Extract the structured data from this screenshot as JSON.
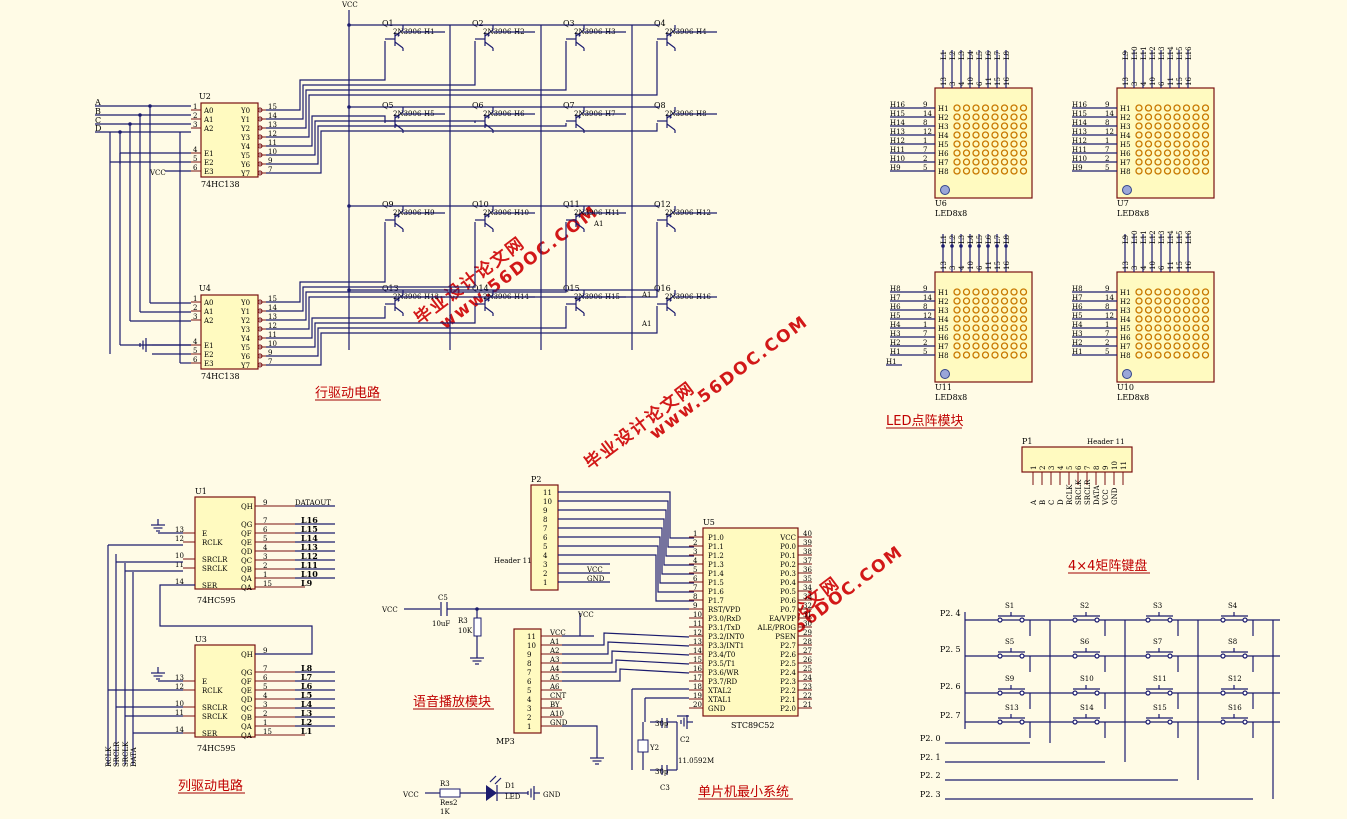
{
  "sections": {
    "row_driver": "行驱动电路",
    "col_driver": "列驱动电路",
    "voice": "语音播放模块",
    "mcu": "单片机最小系统",
    "led_matrix": "LED点阵模块",
    "keypad": "4×4矩阵键盘"
  },
  "watermarks": [
    "毕业设计论文网",
    "www.56DOC.COM"
  ],
  "vcc": "VCC",
  "gnd": "GND",
  "decoders": [
    {
      "ref": "U2",
      "part": "74HC138"
    },
    {
      "ref": "U4",
      "part": "74HC138"
    }
  ],
  "decoder_inputs": [
    "A0",
    "A1",
    "A2",
    "E1",
    "E2",
    "E3"
  ],
  "decoder_outputs": [
    "Y0",
    "Y1",
    "Y2",
    "Y3",
    "Y4",
    "Y5",
    "Y6",
    "Y7"
  ],
  "decoder_in_pins": [
    "1",
    "2",
    "3",
    "4",
    "5",
    "6"
  ],
  "decoder_out_pins": [
    "15",
    "14",
    "13",
    "12",
    "11",
    "10",
    "9",
    "7"
  ],
  "abcd": [
    "A",
    "B",
    "C",
    "D"
  ],
  "transistor_part": "2N3906",
  "transistors": [
    {
      "q": "Q1",
      "h": "H1"
    },
    {
      "q": "Q2",
      "h": "H2"
    },
    {
      "q": "Q3",
      "h": "H3"
    },
    {
      "q": "Q4",
      "h": "H4"
    },
    {
      "q": "Q5",
      "h": "H5"
    },
    {
      "q": "Q6",
      "h": "H6"
    },
    {
      "q": "Q7",
      "h": "H7"
    },
    {
      "q": "Q8",
      "h": "H8"
    },
    {
      "q": "Q9",
      "h": "H9"
    },
    {
      "q": "Q10",
      "h": "H10"
    },
    {
      "q": "Q11",
      "h": "H11"
    },
    {
      "q": "Q12",
      "h": "H12"
    },
    {
      "q": "Q13",
      "h": "H13"
    },
    {
      "q": "Q14",
      "h": "H14"
    },
    {
      "q": "Q15",
      "h": "H15"
    },
    {
      "q": "Q16",
      "h": "H16"
    }
  ],
  "a1_label": "A1",
  "shift_regs": [
    {
      "ref": "U1",
      "part": "74HC595",
      "cols": [
        "L16",
        "L15",
        "L14",
        "L13",
        "L12",
        "L11",
        "L10",
        "L9"
      ],
      "qh": "DATAOUT"
    },
    {
      "ref": "U3",
      "part": "74HC595",
      "cols": [
        "L8",
        "L7",
        "L6",
        "L5",
        "L4",
        "L3",
        "L2",
        "L1"
      ],
      "qh": ""
    }
  ],
  "sr_out_pins": [
    "QH",
    "QG",
    "QF",
    "QE",
    "QD",
    "QC",
    "QB",
    "QA"
  ],
  "sr_out_nums": [
    "9",
    "7",
    "6",
    "5",
    "4",
    "3",
    "2",
    "1",
    "15"
  ],
  "sr_in_pins": [
    "E",
    "RCLK",
    "SRCLR",
    "SRCLK",
    "SER"
  ],
  "sr_in_nums": [
    "13",
    "12",
    "10",
    "11",
    "14"
  ],
  "sr_bus": [
    "RCLK",
    "SRCLR",
    "SRCLK",
    "DATA"
  ],
  "led_modules": [
    {
      "ref": "U6",
      "part": "LED8x8",
      "rows": [
        "H16",
        "H15",
        "H14",
        "H13",
        "H12",
        "H11",
        "H10",
        "H9"
      ]
    },
    {
      "ref": "U7",
      "part": "LED8x8",
      "rows": [
        "H16",
        "H15",
        "H14",
        "H13",
        "H12",
        "H11",
        "H10",
        "H9"
      ]
    },
    {
      "ref": "U11",
      "part": "LED8x8",
      "rows": [
        "H8",
        "H7",
        "H6",
        "H5",
        "H4",
        "H3",
        "H2",
        "H1"
      ]
    },
    {
      "ref": "U10",
      "part": "LED8x8",
      "rows": [
        "H8",
        "H7",
        "H6",
        "H5",
        "H4",
        "H3",
        "H2",
        "H1"
      ]
    }
  ],
  "led_row_pins": [
    "9",
    "14",
    "8",
    "12",
    "1",
    "7",
    "2",
    "5"
  ],
  "led_internal_rows": [
    "H1",
    "H2",
    "H3",
    "H4",
    "H5",
    "H6",
    "H7",
    "H8"
  ],
  "led_col_pins": [
    "13",
    "3",
    "4",
    "10",
    "6",
    "11",
    "15",
    "16"
  ],
  "led_top_labels_a": [
    "L1",
    "L2",
    "L3",
    "L4",
    "L5",
    "L6",
    "L7",
    "L8"
  ],
  "led_top_labels_b": [
    "L9",
    "L10",
    "L11",
    "L12",
    "L13",
    "L14",
    "L15",
    "L16"
  ],
  "led_extra": "H1",
  "header_p1": {
    "ref": "P1",
    "name": "Header 11",
    "pins": [
      "1",
      "2",
      "3",
      "4",
      "5",
      "6",
      "7",
      "8",
      "9",
      "10",
      "11"
    ],
    "labels": [
      "A",
      "B",
      "C",
      "D",
      "RCLK",
      "SRCLK",
      "SRCLR",
      "DATA",
      "VCC",
      "GND"
    ]
  },
  "header_p2": {
    "ref": "P2",
    "name": "Header 11",
    "pins": [
      "11",
      "10",
      "9",
      "8",
      "7",
      "6",
      "5",
      "4",
      "3",
      "2",
      "1"
    ],
    "vcc": "VCC",
    "gnd": "GND"
  },
  "mcu": {
    "ref": "U5",
    "part": "STC89C52",
    "left_pins": [
      "P1.0",
      "P1.1",
      "P1.2",
      "P1.3",
      "P1.4",
      "P1.5",
      "P1.6",
      "P1.7",
      "RST/VPD",
      "P3.0/RxD",
      "P3.1/TxD",
      "P3.2/INT0",
      "P3.3/INT1",
      "P3.4/T0",
      "P3.5/T1",
      "P3.6/WR",
      "P3.7/RD",
      "XTAL2",
      "XTAL1",
      "GND"
    ],
    "left_nums": [
      "1",
      "2",
      "3",
      "4",
      "5",
      "6",
      "7",
      "8",
      "9",
      "10",
      "11",
      "12",
      "13",
      "14",
      "15",
      "16",
      "17",
      "18",
      "19",
      "20"
    ],
    "right_pins": [
      "VCC",
      "P0.0",
      "P0.1",
      "P0.2",
      "P0.3",
      "P0.4",
      "P0.5",
      "P0.6",
      "P0.7",
      "EA/VPP",
      "ALE/PROG",
      "PSEN",
      "P2.7",
      "P2.6",
      "P2.5",
      "P2.4",
      "P2.3",
      "P2.2",
      "P2.1",
      "P2.0"
    ],
    "right_nums": [
      "40",
      "39",
      "38",
      "37",
      "36",
      "35",
      "34",
      "33",
      "32",
      "31",
      "30",
      "29",
      "28",
      "27",
      "26",
      "25",
      "24",
      "23",
      "22",
      "21"
    ]
  },
  "mp3": {
    "ref": "MP3",
    "pins": [
      "11",
      "10",
      "9",
      "8",
      "7",
      "6",
      "5",
      "4",
      "3",
      "2",
      "1"
    ],
    "labels": [
      "VCC",
      "A1",
      "A2",
      "A3",
      "A4",
      "A5",
      "A6",
      "CNT",
      "BY",
      "A10",
      "GND"
    ]
  },
  "parts": {
    "c5": "C5",
    "c5v": "10uF",
    "r3": "R3",
    "r3v": "10K",
    "c2": "C2",
    "c3": "C3",
    "cv": "30p",
    "y2": "Y2",
    "xtal": "11.0592M",
    "r3b": "R3",
    "r3bv": "Res2",
    "r3bk": "1K",
    "d1": "D1",
    "d1v": "LED"
  },
  "keypad": {
    "rows": [
      "P2. 4",
      "P2. 5",
      "P2. 6",
      "P2. 7"
    ],
    "cols": [
      "P2. 0",
      "P2. 1",
      "P2. 2",
      "P2. 3"
    ],
    "switches": [
      "S1",
      "S2",
      "S3",
      "S4",
      "S5",
      "S6",
      "S7",
      "S8",
      "S9",
      "S10",
      "S11",
      "S12",
      "S13",
      "S14",
      "S15",
      "S16"
    ]
  }
}
